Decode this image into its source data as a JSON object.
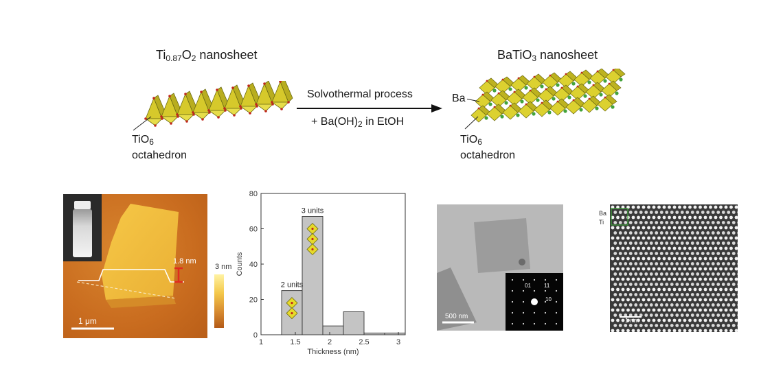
{
  "top": {
    "left_title": {
      "base": "Ti",
      "sub1": "0.87",
      "mid": "O",
      "sub2": "2",
      "rest": " nanosheet"
    },
    "right_title": {
      "base": "BaTiO",
      "sub": "3",
      "rest": " nanosheet"
    },
    "arrow_top": "Solvothermal process",
    "arrow_bottom": {
      "pre": "+ Ba(OH)",
      "sub": "2",
      "post": " in EtOH"
    },
    "left_unit": {
      "base": "TiO",
      "sub": "6",
      "line2": "octahedron"
    },
    "right_unit": {
      "base": "TiO",
      "sub": "6",
      "line2": "octahedron"
    },
    "ba_label": "Ba"
  },
  "afm": {
    "height_label": "1.8 nm",
    "colorbar_label": "3 nm",
    "scale_label": "1 μm"
  },
  "tem": {
    "scale_label": "500 nm",
    "diff_labels": [
      "01",
      "11",
      "10"
    ]
  },
  "hr": {
    "ba_label": "Ba",
    "ti_label": "Ti",
    "scale_label": "1 nm"
  },
  "chart_data": {
    "type": "bar",
    "xlabel": "Thickness (nm)",
    "ylabel": "Counts",
    "xlim": [
      1,
      3.1
    ],
    "ylim": [
      0,
      80
    ],
    "xticks": [
      "1",
      "1.5",
      "2",
      "2.5",
      "3"
    ],
    "yticks": [
      "0",
      "20",
      "40",
      "60",
      "80"
    ],
    "bins": [
      {
        "x0": 1.3,
        "x1": 1.6,
        "count": 25
      },
      {
        "x0": 1.6,
        "x1": 1.9,
        "count": 67
      },
      {
        "x0": 1.9,
        "x1": 2.2,
        "count": 5
      },
      {
        "x0": 2.2,
        "x1": 2.5,
        "count": 13
      },
      {
        "x0": 2.5,
        "x1": 2.8,
        "count": 1
      },
      {
        "x0": 2.8,
        "x1": 3.1,
        "count": 1
      }
    ],
    "annotations": [
      {
        "text": "2 units",
        "bin": 0
      },
      {
        "text": "3 units",
        "bin": 1
      }
    ]
  }
}
